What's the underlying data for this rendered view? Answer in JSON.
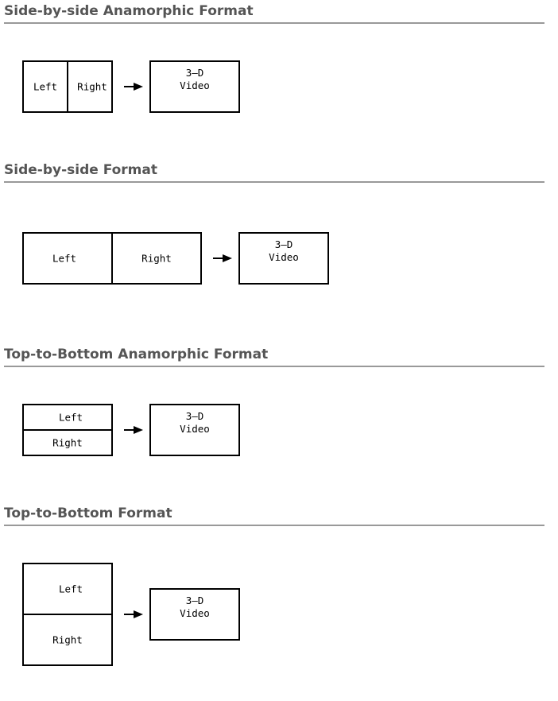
{
  "sections": [
    {
      "title": "Side-by-side Anamorphic Format",
      "left": "Left",
      "right": "Right",
      "output_line1": "3–D",
      "output_line2": "Video"
    },
    {
      "title": "Side-by-side Format",
      "left": "Left",
      "right": "Right",
      "output_line1": "3–D",
      "output_line2": "Video"
    },
    {
      "title": "Top-to-Bottom Anamorphic Format",
      "left": "Left",
      "right": "Right",
      "output_line1": "3–D",
      "output_line2": "Video"
    },
    {
      "title": "Top-to-Bottom Format",
      "left": "Left",
      "right": "Right",
      "output_line1": "3–D",
      "output_line2": "Video"
    }
  ]
}
